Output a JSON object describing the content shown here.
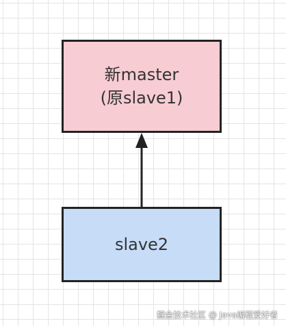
{
  "diagram": {
    "nodes": {
      "master": {
        "line1": "新master",
        "line2": "(原slave1)"
      },
      "slave2": {
        "label": "slave2"
      }
    },
    "edges": [
      {
        "from": "slave2",
        "to": "master",
        "style": "solid-arrow"
      }
    ]
  },
  "colors": {
    "master_fill": "#f7ccd3",
    "slave_fill": "#c6dcf7",
    "border": "#222222",
    "text": "#333333",
    "grid": "#e4e4e4"
  },
  "watermark": {
    "text": "掘金技术社区 @ Java编程爱好者"
  }
}
